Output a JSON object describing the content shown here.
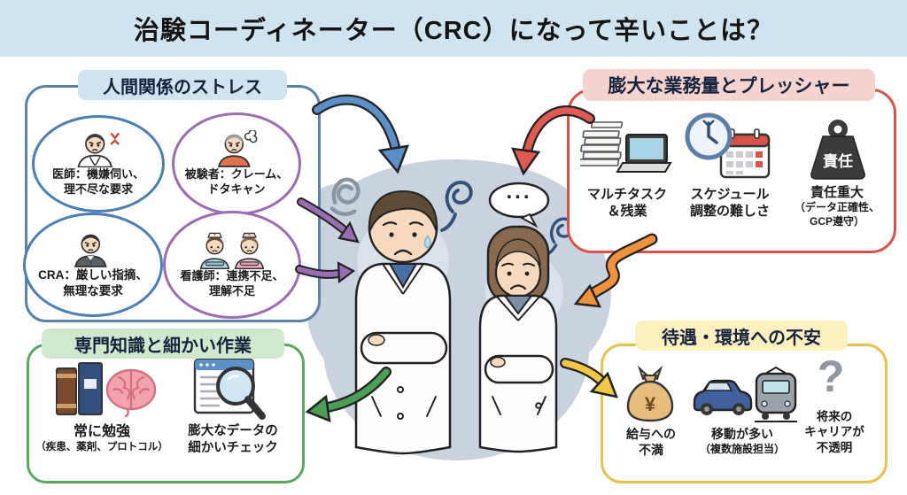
{
  "header": {
    "title": "治験コーディネーター（CRC）になって辛いことは？"
  },
  "center": {
    "speech_dots": "..."
  },
  "palette": {
    "header_bg": "#cfe3f1",
    "relationships_accent": "#5b82aa",
    "bubble_blue": "#4a7fb5",
    "bubble_purple": "#9b6bb3",
    "workload_accent": "#d9534a",
    "knowledge_accent": "#5aa85c",
    "conditions_accent": "#e8c24a",
    "arrow_blue": "#5b8fc7",
    "arrow_red": "#e05a50",
    "arrow_purple": "#9b6bb3",
    "arrow_green": "#4c9e55",
    "arrow_orange": "#f0923c",
    "arrow_yellow": "#f2c744",
    "cloud": "#c9d3e0"
  },
  "sections": {
    "relationships": {
      "title": "人間関係のストレス",
      "bubbles": {
        "doctor": {
          "line1": "医師：機嫌伺い、",
          "line2": "理不尽な要求"
        },
        "subject": {
          "line1": "被験者：クレーム、",
          "line2": "ドタキャン"
        },
        "cra": {
          "line1": "CRA：厳しい指摘、",
          "line2": "無理な要求"
        },
        "nurse": {
          "line1": "看護師：連携不足、",
          "line2": "理解不足"
        }
      }
    },
    "workload": {
      "title": "膨大な業務量とプレッシャー",
      "weight_label": "責任",
      "items": {
        "multitask": {
          "line1": "マルチタスク",
          "line2": "＆残業"
        },
        "schedule": {
          "line1": "スケジュール",
          "line2": "調整の難しさ"
        },
        "responsibility": {
          "line1": "責任重大",
          "line2": "（データ正確性、",
          "line3": "GCP遵守）"
        }
      }
    },
    "knowledge": {
      "title": "専門知識と細かい作業",
      "items": {
        "study": {
          "line1": "常に勉強",
          "line2": "（疾患、薬剤、プロトコル）"
        },
        "datacheck": {
          "line1": "膨大なデータの",
          "line2": "細かいチェック"
        }
      }
    },
    "conditions": {
      "title": "待遇・環境への不安",
      "yen": "¥",
      "question": "?",
      "items": {
        "salary": {
          "line1": "給与への",
          "line2": "不満"
        },
        "travel": {
          "line1": "移動が多い",
          "line2": "（複数施設担当）"
        },
        "career": {
          "line1": "将来の",
          "line2": "キャリアが",
          "line3": "不透明"
        }
      }
    }
  }
}
